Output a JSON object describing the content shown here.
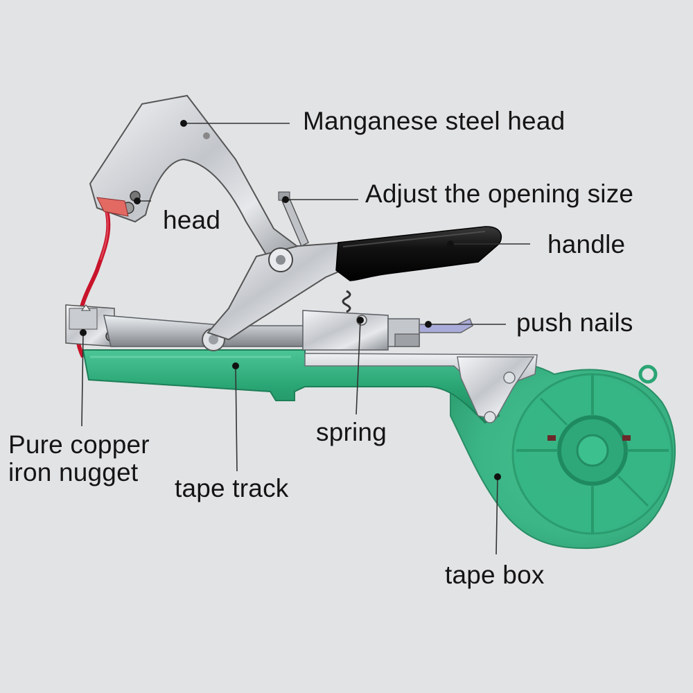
{
  "labels": {
    "steel_head": "Manganese steel head",
    "adjust": "Adjust the opening size",
    "head": "head",
    "handle": "handle",
    "push_nails": "push nails",
    "spring": "spring",
    "copper_line1": "Pure copper",
    "copper_line2": "iron nugget",
    "tape_track": "tape track",
    "tape_box": "tape box"
  },
  "colors": {
    "background": "#e2e3e5",
    "tool_green": "#2fb07e",
    "steel": "#c9ccd1",
    "handle_black": "#151515",
    "tape_red": "#c8142a",
    "leader_line": "#333333",
    "text": "#141414"
  }
}
